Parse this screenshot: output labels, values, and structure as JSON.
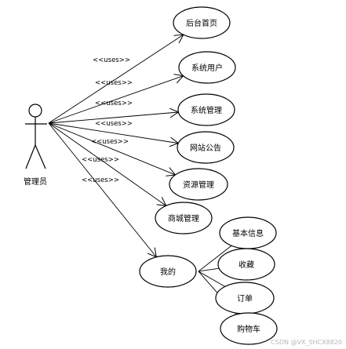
{
  "actor": {
    "label": "管理员"
  },
  "use_cases": [
    {
      "id": "uc1",
      "label": "后台首页"
    },
    {
      "id": "uc2",
      "label": "系统用户"
    },
    {
      "id": "uc3",
      "label": "系统管理"
    },
    {
      "id": "uc4",
      "label": "网站公告"
    },
    {
      "id": "uc5",
      "label": "资源管理"
    },
    {
      "id": "uc6",
      "label": "商城管理"
    },
    {
      "id": "uc7",
      "label": "我的"
    },
    {
      "id": "uc8",
      "label": "基本信息"
    },
    {
      "id": "uc9",
      "label": "收藏"
    },
    {
      "id": "uc10",
      "label": "订单"
    },
    {
      "id": "uc11",
      "label": "购物车"
    }
  ],
  "associations": [
    {
      "to": "uc1",
      "stereotype": "<<uses>>"
    },
    {
      "to": "uc2",
      "stereotype": "<<uses>>"
    },
    {
      "to": "uc3",
      "stereotype": "<<uses>>"
    },
    {
      "to": "uc4",
      "stereotype": "<<uses>>"
    },
    {
      "to": "uc5",
      "stereotype": "<<uses>>"
    },
    {
      "to": "uc6",
      "stereotype": "<<uses>>"
    },
    {
      "to": "uc7",
      "stereotype": "<<uses>>"
    }
  ],
  "sub_links": [
    {
      "from": "uc7",
      "to": "uc8"
    },
    {
      "from": "uc7",
      "to": "uc9"
    },
    {
      "from": "uc7",
      "to": "uc10"
    },
    {
      "from": "uc7",
      "to": "uc11"
    }
  ],
  "watermark": "CSDN @VX_SHCX8820"
}
